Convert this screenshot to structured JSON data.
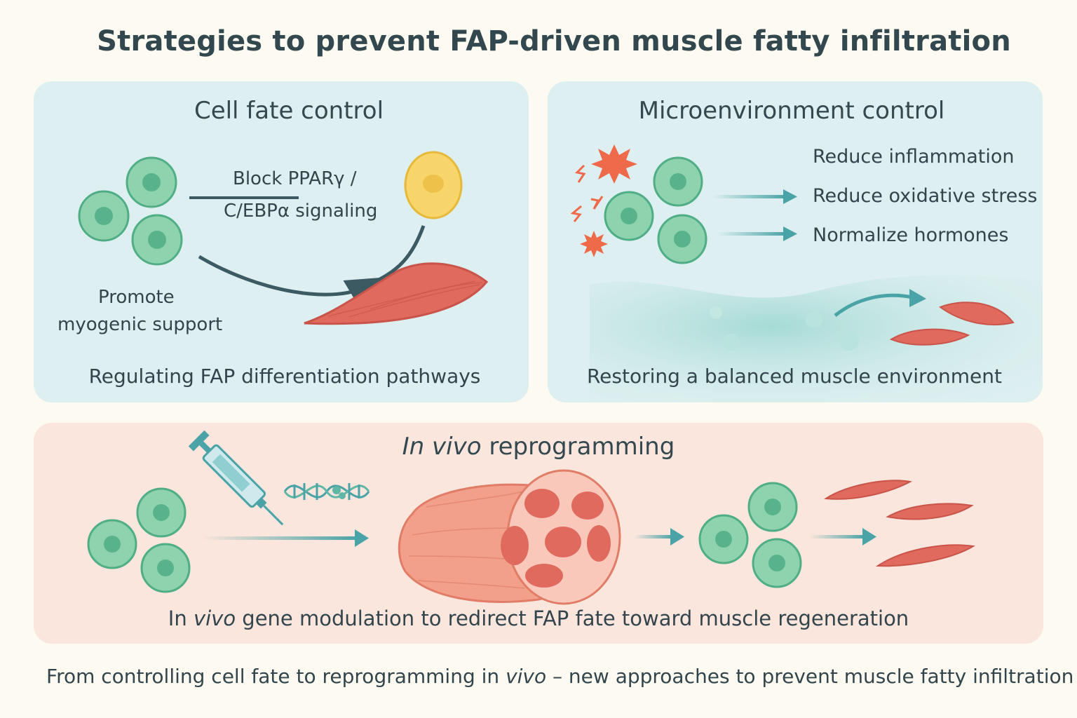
{
  "title": "Strategies to prevent FAP-driven muscle fatty infiltration",
  "panels": {
    "cell_fate": {
      "title": "Cell fate control",
      "block_line1": "Block PPARγ /",
      "block_line2": "C/EBPα signaling",
      "promote_line1": "Promote",
      "promote_line2": "myogenic support",
      "caption": "Regulating FAP differentiation pathways"
    },
    "microenvironment": {
      "title": "Microenvironment control",
      "items": [
        "Reduce inflammation",
        "Reduce oxidative stress",
        "Normalize hormones"
      ],
      "caption": "Restoring a balanced muscle environment"
    },
    "reprogramming": {
      "title_italic": "In vivo",
      "title_rest": " reprogramming",
      "caption_pre": "In ",
      "caption_italic": "vivo",
      "caption_post": " gene modulation to redirect FAP fate toward muscle regeneration"
    }
  },
  "footer": {
    "pre": "From controlling cell fate to reprogramming in ",
    "italic": "vivo",
    "post": " – new approaches to prevent muscle fatty infiltration"
  },
  "colors": {
    "cell_fill": "#8fd2ae",
    "cell_stroke": "#4fae86",
    "nucleus": "#4fae86",
    "muscle": "#e06a5e",
    "fat_cell": "#f7d56a",
    "arrow_teal": "#4aa3a6",
    "arrow_dark": "#3c5a62",
    "inflammation": "#ef6a4a",
    "panel_blue": "#ddeff0",
    "panel_peach": "#fbe6dd"
  },
  "icons": [
    "stem-cell-icon",
    "fat-cell-icon",
    "muscle-fiber-icon",
    "inflammation-burst-icon",
    "syringe-icon",
    "dna-icon",
    "muscle-cross-section-icon"
  ]
}
